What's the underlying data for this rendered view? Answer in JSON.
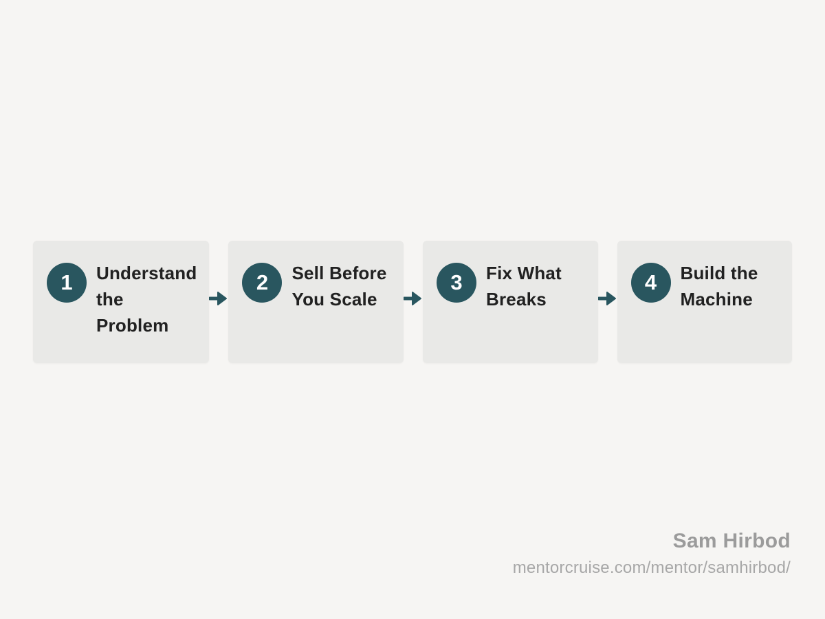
{
  "diagram": {
    "steps": [
      {
        "number": "1",
        "label": "Understand the Problem"
      },
      {
        "number": "2",
        "label": "Sell Before You Scale"
      },
      {
        "number": "3",
        "label": "Fix What Breaks"
      },
      {
        "number": "4",
        "label": "Build the Machine"
      }
    ],
    "colors": {
      "badge": "#29565f",
      "arrow": "#29565f",
      "box": "#e9e9e7",
      "background": "#f6f5f3",
      "label_text": "#212121"
    }
  },
  "footer": {
    "author": "Sam Hirbod",
    "url": "mentorcruise.com/mentor/samhirbod/"
  }
}
